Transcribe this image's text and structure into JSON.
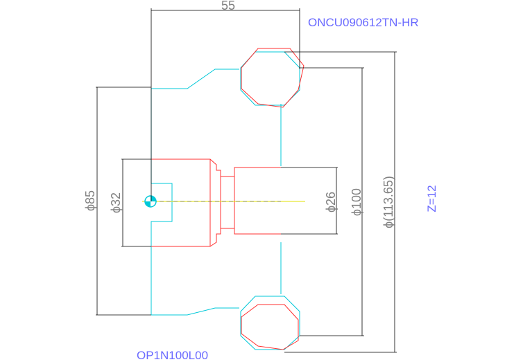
{
  "labels": {
    "insert_code": "ONCU090612TN-HR",
    "holder_code": "OP1N100L00",
    "teeth": "Z=12"
  },
  "dimensions": {
    "width_top": "55",
    "dia_85": "ϕ85",
    "dia_32": "ϕ32",
    "dia_26": "ϕ26",
    "dia_100": "ϕ100",
    "dia_113": "ϕ(113.65)"
  },
  "colors": {
    "tool_outline": "#00c8d8",
    "insert_outline": "#ff3030",
    "dimension_lines": "#000000",
    "dimension_text": "#808080",
    "label_text": "#6a6aff",
    "centerline": "#e0e000"
  }
}
